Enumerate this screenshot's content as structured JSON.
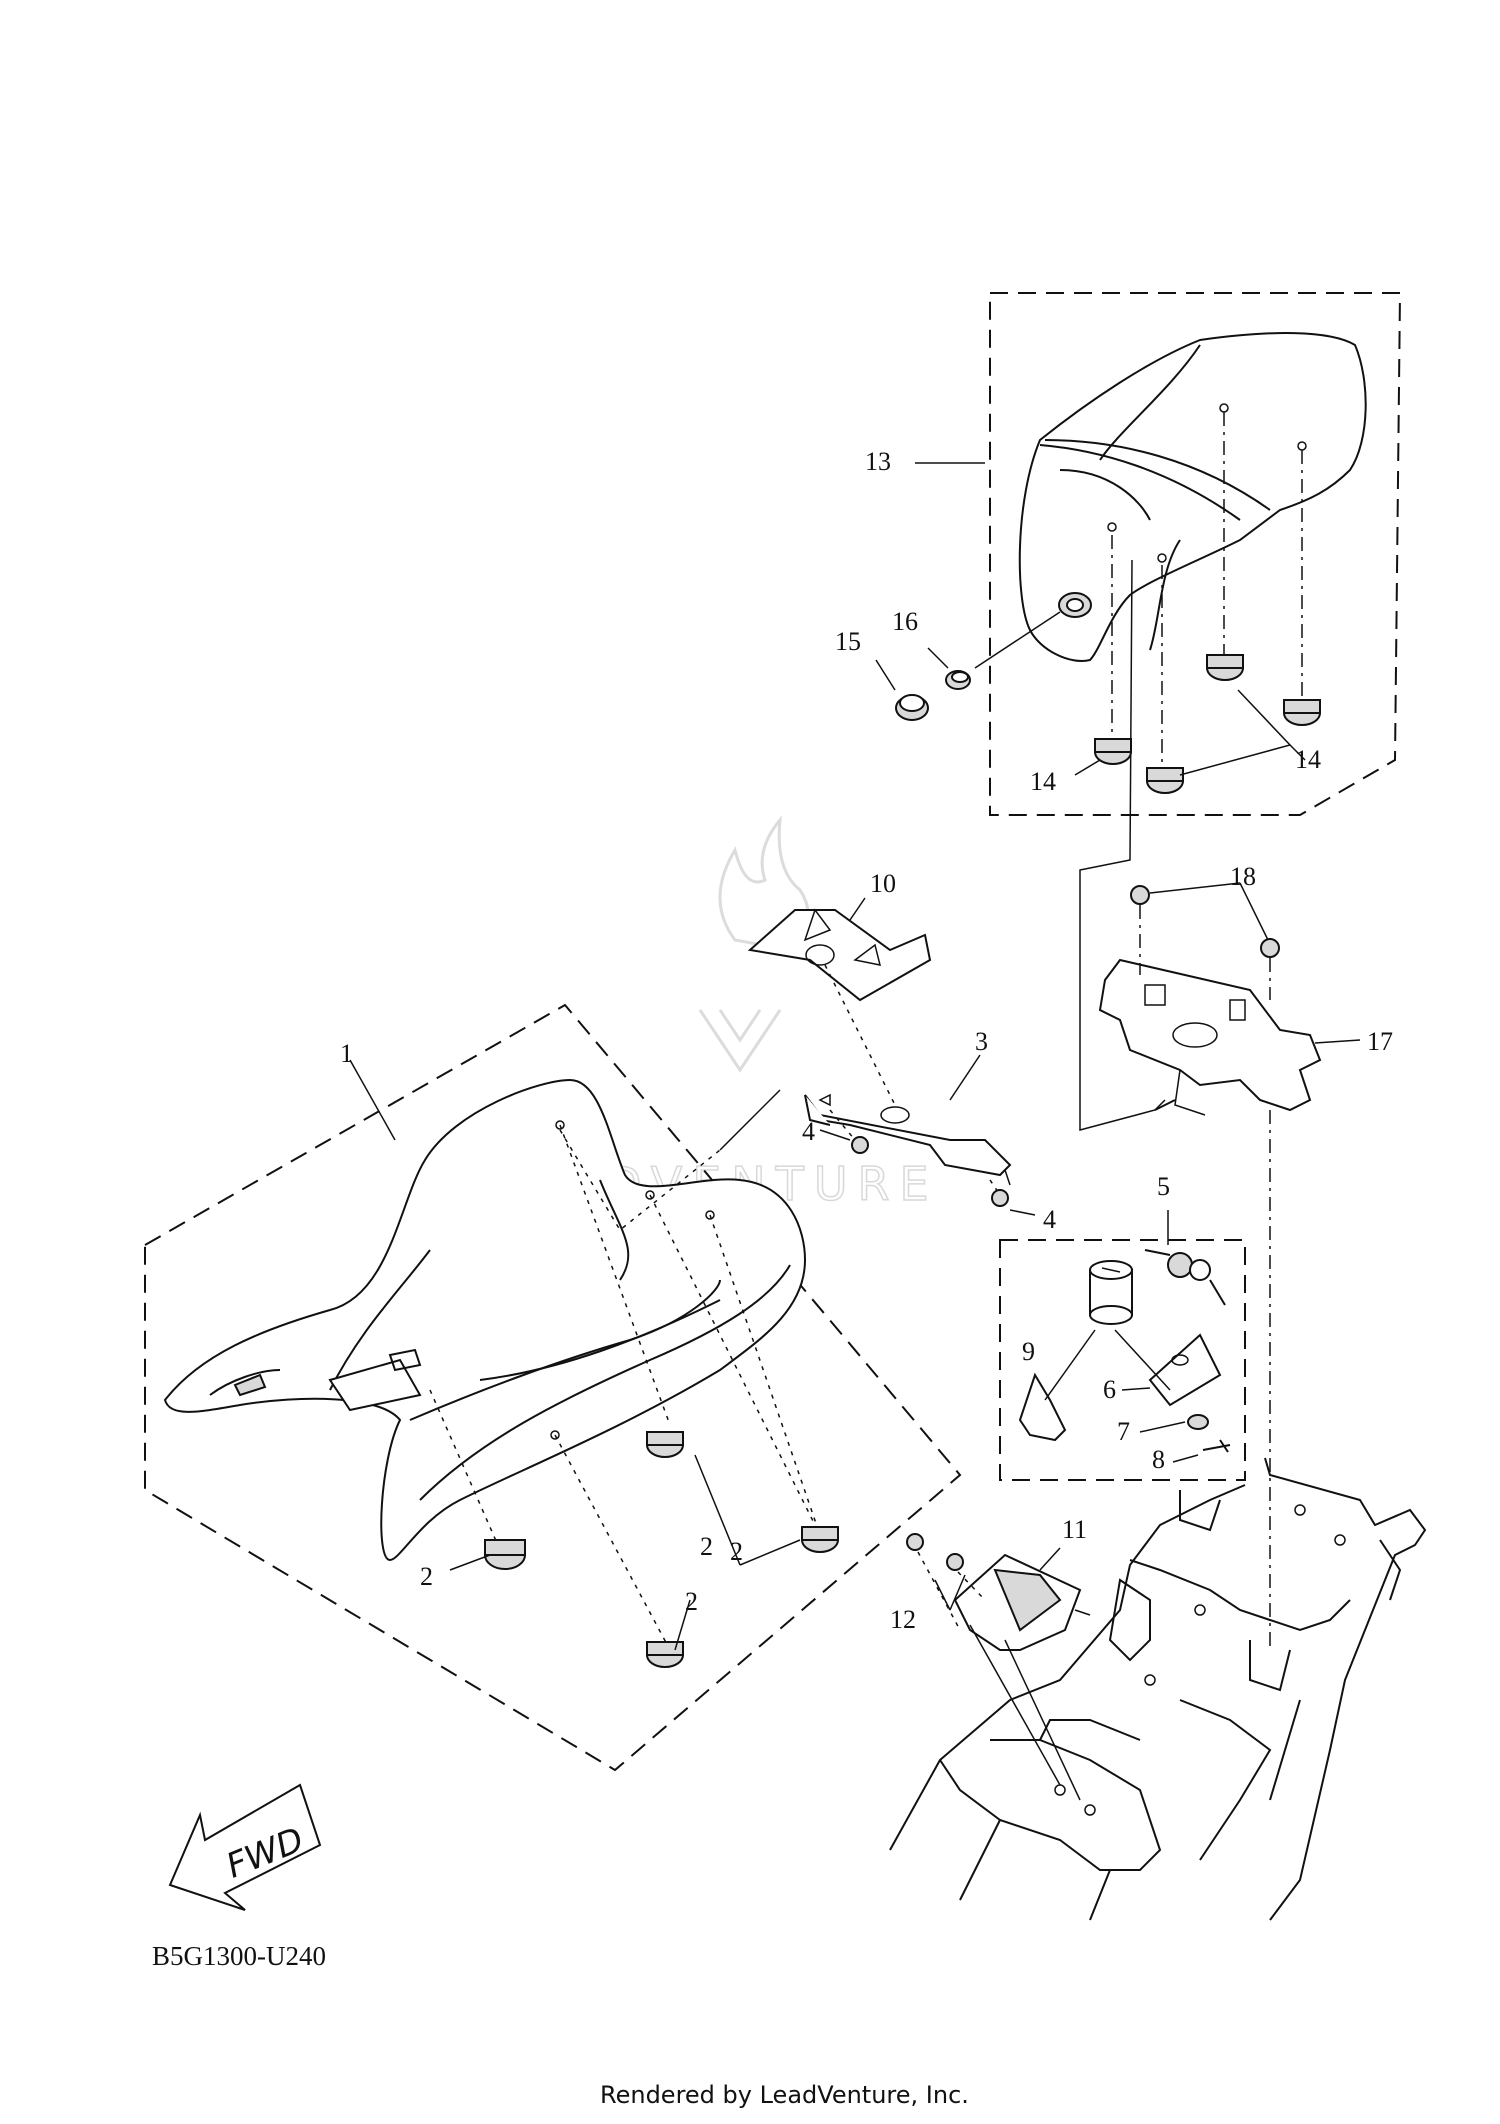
{
  "diagram": {
    "part_numbers": [
      "1",
      "2",
      "2",
      "2",
      "2",
      "3",
      "4",
      "4",
      "5",
      "6",
      "7",
      "8",
      "9",
      "10",
      "11",
      "12",
      "13",
      "14",
      "14",
      "15",
      "16",
      "17",
      "18"
    ],
    "diagram_code": "B5G1300-U240",
    "fwd_label": "FWD",
    "footer": "Rendered by LeadVenture, Inc.",
    "watermark": "LEADVENTURE"
  }
}
